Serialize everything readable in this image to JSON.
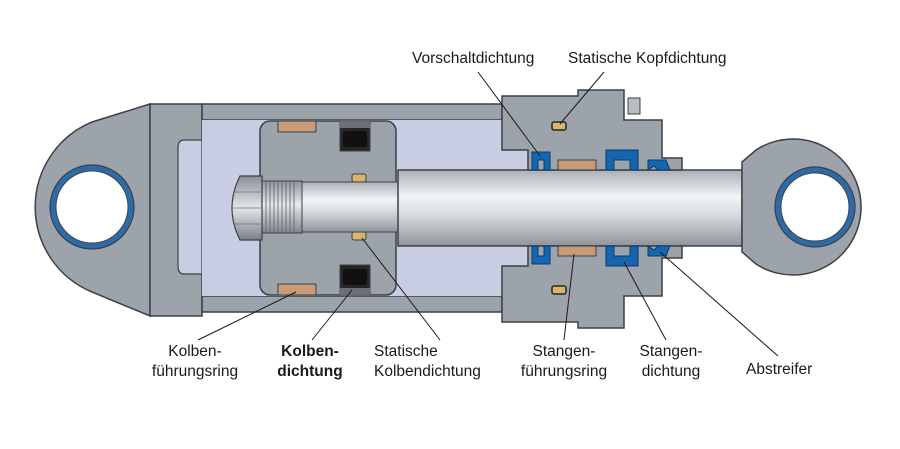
{
  "labels": {
    "vorschaltdichtung": "Vorschaltdichtung",
    "statische_kopfdichtung": "Statische Kopfdichtung",
    "kolbenfuehrungsring": [
      "Kolben-",
      "führungsring"
    ],
    "kolbendichtung": [
      "Kolben-",
      "dichtung"
    ],
    "statische_kolbendichtung": [
      "Statische",
      "Kolbendichtung"
    ],
    "stangenfuehrungsring": [
      "Stangen-",
      "führungsring"
    ],
    "stangendichtung": [
      "Stangen-",
      "dichtung"
    ],
    "abstreifer": "Abstreifer"
  },
  "colors": {
    "housing": "#9da3aa",
    "housing_dark": "#7c8289",
    "outline": "#3c4148",
    "chamber": "#c9cde4",
    "rod_light": "#eef0f2",
    "rod_dark": "#9aa0a7",
    "guide_ring": "#c99a78",
    "piston_seal": "#262626",
    "static_seal": "#d9b46c",
    "rod_seal_blue": "#1565b0",
    "eye_ring": "#2d6aa8"
  }
}
